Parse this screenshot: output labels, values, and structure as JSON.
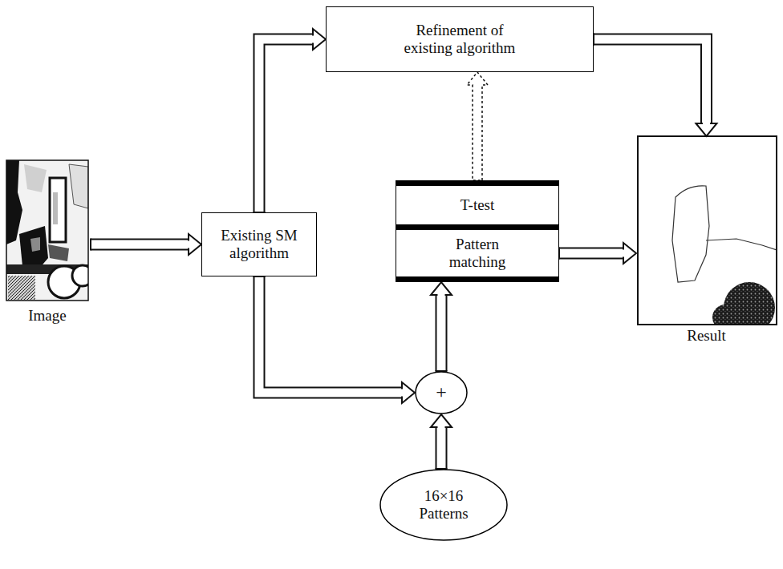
{
  "diagram": {
    "nodes": [
      {
        "text": [
          "Image"
        ]
      },
      {
        "text": [
          "Existing SM algorithm"
        ]
      },
      {
        "text": [
          "Refinement of existing algorithm"
        ]
      },
      {
        "text": [
          "T-test"
        ]
      },
      {
        "text": [
          "Pattern matching"
        ]
      },
      {
        "text": [
          "+"
        ]
      },
      {
        "text": [
          "16×16 Patterns"
        ]
      },
      {
        "text": [
          "Result"
        ]
      }
    ],
    "edges": [
      {
        "from": 0,
        "to": 1,
        "arrow": "to"
      },
      {
        "from": 1,
        "to": 2,
        "arrow": "to"
      },
      {
        "from": 2,
        "to": 7,
        "arrow": "to"
      },
      {
        "from": 1,
        "to": 5,
        "arrow": "to"
      },
      {
        "from": 6,
        "to": 5,
        "arrow": "to"
      },
      {
        "from": 5,
        "to": 4,
        "arrow": "to"
      },
      {
        "from": 3,
        "to": 2,
        "arrow": "to"
      },
      {
        "from": 4,
        "to": 7,
        "arrow": "to"
      }
    ]
  }
}
